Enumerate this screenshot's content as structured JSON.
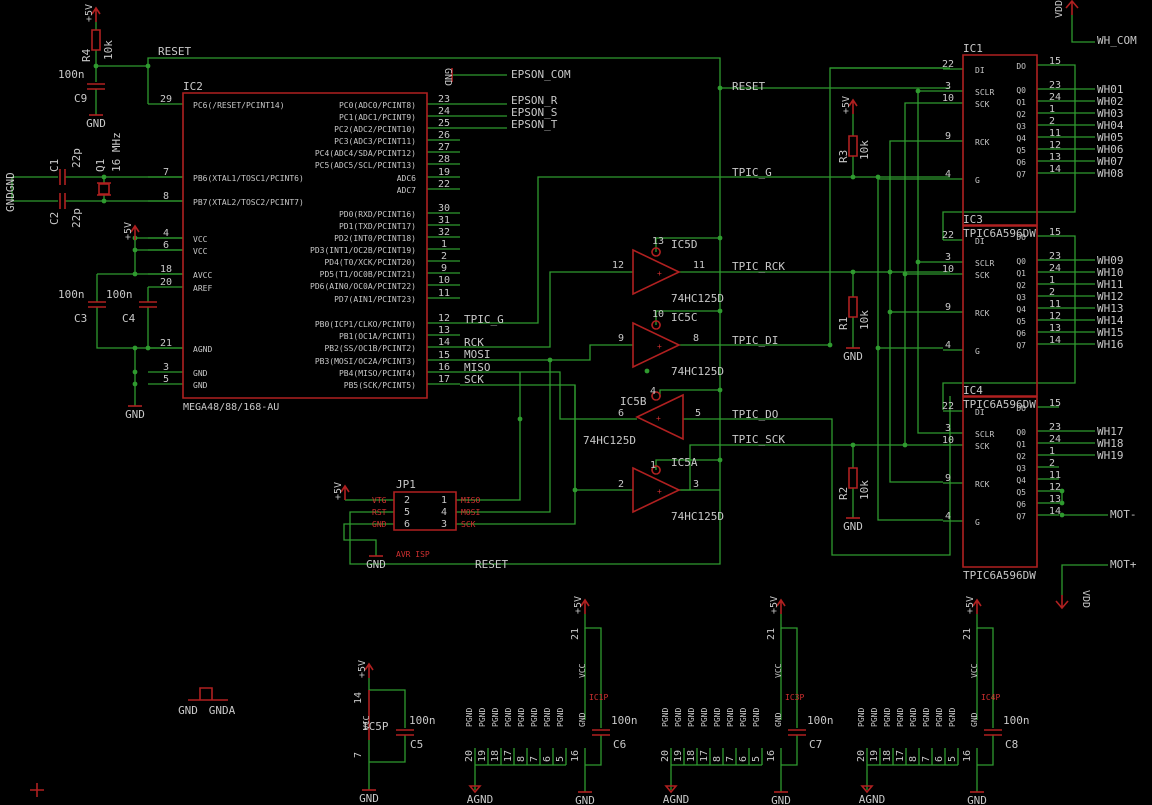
{
  "ic2": {
    "name": "IC2",
    "type": "MEGA48/88/168-AU",
    "left_pins": [
      {
        "num": "29",
        "label": "PC6(/RESET/PCINT14)"
      },
      {
        "num": "7",
        "label": "PB6(XTAL1/TOSC1/PCINT6)"
      },
      {
        "num": "8",
        "label": "PB7(XTAL2/TOSC2/PCINT7)"
      },
      {
        "num": "4",
        "label": "VCC"
      },
      {
        "num": "6",
        "label": "VCC"
      },
      {
        "num": "18",
        "label": "AVCC"
      },
      {
        "num": "20",
        "label": "AREF"
      },
      {
        "num": "21",
        "label": "AGND"
      },
      {
        "num": "3",
        "label": "GND"
      },
      {
        "num": "5",
        "label": "GND"
      }
    ],
    "right_pins": [
      {
        "num": "23",
        "label": "PC0(ADC0/PCINT8)"
      },
      {
        "num": "24",
        "label": "PC1(ADC1/PCINT9)"
      },
      {
        "num": "25",
        "label": "PC2(ADC2/PCINT10)"
      },
      {
        "num": "26",
        "label": "PC3(ADC3/PCINT11)"
      },
      {
        "num": "27",
        "label": "PC4(ADC4/SDA/PCINT12)"
      },
      {
        "num": "28",
        "label": "PC5(ADC5/SCL/PCINT13)"
      },
      {
        "num": "19",
        "label": "ADC6"
      },
      {
        "num": "22",
        "label": "ADC7"
      },
      {
        "num": "30",
        "label": "PD0(RXD/PCINT16)"
      },
      {
        "num": "31",
        "label": "PD1(TXD/PCINT17)"
      },
      {
        "num": "32",
        "label": "PD2(INT0/PCINT18)"
      },
      {
        "num": "1",
        "label": "PD3(INT1/OC2B/PCINT19)"
      },
      {
        "num": "2",
        "label": "PD4(T0/XCK/PCINT20)"
      },
      {
        "num": "9",
        "label": "PD5(T1/OC0B/PCINT21)"
      },
      {
        "num": "10",
        "label": "PD6(AIN0/OC0A/PCINT22)"
      },
      {
        "num": "11",
        "label": "PD7(AIN1/PCINT23)"
      },
      {
        "num": "12",
        "label": "PB0(ICP1/CLKO/PCINT0)"
      },
      {
        "num": "13",
        "label": "PB1(OC1A/PCINT1)"
      },
      {
        "num": "14",
        "label": "PB2(SS/OC1B/PCINT2)"
      },
      {
        "num": "15",
        "label": "PB3(MOSI/OC2A/PCINT3)"
      },
      {
        "num": "16",
        "label": "PB4(MISO/PCINT4)"
      },
      {
        "num": "17",
        "label": "PB5(SCK/PCINT5)"
      }
    ]
  },
  "nets": {
    "reset": "RESET",
    "epson_com": "EPSON_COM",
    "epson_r": "EPSON_R",
    "epson_s": "EPSON_S",
    "epson_t": "EPSON_T",
    "tpic_g": "TPIC_G",
    "tpic_g_port": "TPIC_G",
    "rck": "RCK",
    "mosi": "MOSI",
    "miso": "MISO",
    "sck": "SCK",
    "tpic_rck": "TPIC_RCK",
    "tpic_di": "TPIC_DI",
    "tpic_do": "TPIC_DO",
    "tpic_sck": "TPIC_SCK",
    "wh_com": "WH_COM",
    "mot_minus": "MOT-",
    "mot_plus": "MOT+",
    "vdd": "VDD",
    "reset_bottom": "RESET"
  },
  "passives": {
    "r4": {
      "name": "R4",
      "value": "10k"
    },
    "c9": {
      "name": "C9",
      "value": "100n"
    },
    "c1": {
      "name": "C1",
      "value": "22p"
    },
    "c2": {
      "name": "C2",
      "value": "22p"
    },
    "q1": {
      "name": "Q1",
      "value": "16 MHz"
    },
    "c3": {
      "name": "C3",
      "value": "100n"
    },
    "c4": {
      "name": "C4",
      "value": "100n"
    },
    "r3": {
      "name": "R3",
      "value": "10k"
    },
    "r1": {
      "name": "R1",
      "value": "10k"
    },
    "r2": {
      "name": "R2",
      "value": "10k"
    },
    "c5": {
      "name": "C5",
      "value": "100n"
    },
    "c6": {
      "name": "C6",
      "value": "100n"
    },
    "c7": {
      "name": "C7",
      "value": "100n"
    },
    "c8": {
      "name": "C8",
      "value": "100n"
    }
  },
  "supplies": {
    "p5v": "+5V",
    "gnd": "GND",
    "gndgnd": "GNDGND",
    "agnd": "AGND",
    "gnda": "GNDA",
    "vcc": "VCC"
  },
  "buffers": [
    {
      "name": "IC5D",
      "type": "74HC125D",
      "in": "12",
      "out": "11",
      "oe": "13"
    },
    {
      "name": "IC5C",
      "type": "74HC125D",
      "in": "9",
      "out": "8",
      "oe": "10"
    },
    {
      "name": "IC5B",
      "type": "74HC125D",
      "in": "6",
      "out": "5",
      "oe": "4"
    },
    {
      "name": "IC5A",
      "type": "74HC125D",
      "in": "2",
      "out": "3",
      "oe": "1"
    }
  ],
  "shift_regs": [
    {
      "name": "IC1",
      "type": "TPIC6A596DW",
      "outputs": [
        "WH01",
        "WH02",
        "WH03",
        "WH04",
        "WH05",
        "WH06",
        "WH07",
        "WH08"
      ]
    },
    {
      "name": "IC3",
      "type": "TPIC6A596DW",
      "outputs": [
        "WH09",
        "WH10",
        "WH11",
        "WH12",
        "WH13",
        "WH14",
        "WH15",
        "WH16"
      ]
    },
    {
      "name": "IC4",
      "type": "TPIC6A596DW",
      "outputs": [
        "WH17",
        "WH18",
        "WH19"
      ]
    }
  ],
  "tpic_pins": {
    "left": [
      {
        "num": "22",
        "label": "DI"
      },
      {
        "num": "3",
        "label": "SCLR"
      },
      {
        "num": "10",
        "label": "SCK"
      },
      {
        "num": "9",
        "label": "RCK"
      },
      {
        "num": "4",
        "label": "G"
      }
    ],
    "right_nums": [
      "15",
      "23",
      "24",
      "1",
      "2",
      "11",
      "12",
      "13",
      "14"
    ],
    "right_labels": [
      "DO",
      "Q0",
      "Q1",
      "Q2",
      "Q3",
      "Q4",
      "Q5",
      "Q6",
      "Q7"
    ]
  },
  "isp": {
    "name": "JP1",
    "label": "AVR ISP",
    "left_pins": [
      "VTG",
      "RST",
      "GND"
    ],
    "right_pins": [
      "MISO",
      "MOSI",
      "SCK"
    ],
    "left_nums": [
      "2",
      "5",
      "6"
    ],
    "right_nums": [
      "1",
      "4",
      "3"
    ]
  },
  "power_units": [
    {
      "name": "IC5P",
      "vcc_pin": "14",
      "gnd_pin": "7",
      "cap": "C5"
    },
    {
      "name": "IC1P",
      "vcc_pin": "21",
      "cap": "C6",
      "pgnd_pins": [
        "20",
        "19",
        "18",
        "17",
        "8",
        "7",
        "6",
        "5"
      ],
      "gnd_pin": "16"
    },
    {
      "name": "IC3P",
      "vcc_pin": "21",
      "cap": "C7",
      "pgnd_pins": [
        "20",
        "19",
        "18",
        "17",
        "8",
        "7",
        "6",
        "5"
      ],
      "gnd_pin": "16"
    },
    {
      "name": "IC4P",
      "vcc_pin": "21",
      "cap": "C8",
      "pgnd_pins": [
        "20",
        "19",
        "18",
        "17",
        "8",
        "7",
        "6",
        "5"
      ],
      "gnd_pin": "16"
    }
  ],
  "pgnd_label": "PGND"
}
